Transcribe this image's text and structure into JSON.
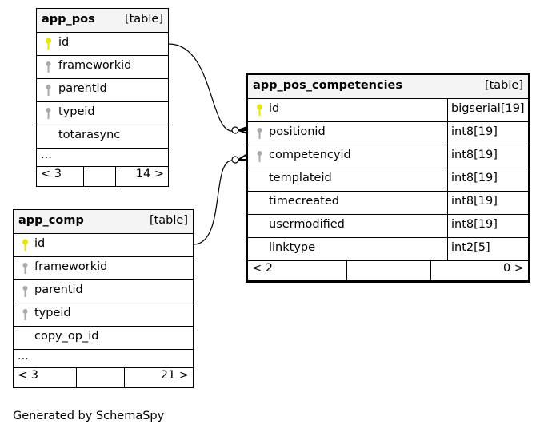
{
  "tables": {
    "app_pos": {
      "name": "app_pos",
      "tag": "[table]",
      "fields": [
        "id",
        "frameworkid",
        "parentid",
        "typeid",
        "totarasync"
      ],
      "more": "...",
      "nav_left": "< 3",
      "nav_right": "14 >"
    },
    "app_comp": {
      "name": "app_comp",
      "tag": "[table]",
      "fields": [
        "id",
        "frameworkid",
        "parentid",
        "typeid",
        "copy_op_id"
      ],
      "more": "...",
      "nav_left": "< 3",
      "nav_right": "21 >"
    },
    "app_pos_competencies": {
      "name": "app_pos_competencies",
      "tag": "[table]",
      "fields": [
        {
          "name": "id",
          "type": "bigserial[19]"
        },
        {
          "name": "positionid",
          "type": "int8[19]"
        },
        {
          "name": "competencyid",
          "type": "int8[19]"
        },
        {
          "name": "templateid",
          "type": "int8[19]"
        },
        {
          "name": "timecreated",
          "type": "int8[19]"
        },
        {
          "name": "usermodified",
          "type": "int8[19]"
        },
        {
          "name": "linktype",
          "type": "int2[5]"
        }
      ],
      "nav_left": "< 2",
      "nav_right": "0 >"
    }
  },
  "colors": {
    "primary_key": "#e6e600",
    "foreign_key": "#aaaaaa",
    "header_bg": "#f4f4f4"
  },
  "footer": "Generated by SchemaSpy"
}
